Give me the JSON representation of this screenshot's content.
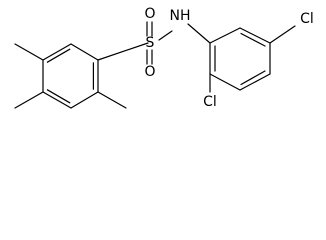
{
  "structure": {
    "atoms": {
      "oxygen_top": "O",
      "sulfur": "S",
      "oxygen_bottom": "O",
      "nitrogen_hydrogen": "NH",
      "chlorine_right": "Cl",
      "chlorine_bottom": "Cl"
    },
    "line_color": "#000000",
    "background_color": "#ffffff"
  }
}
